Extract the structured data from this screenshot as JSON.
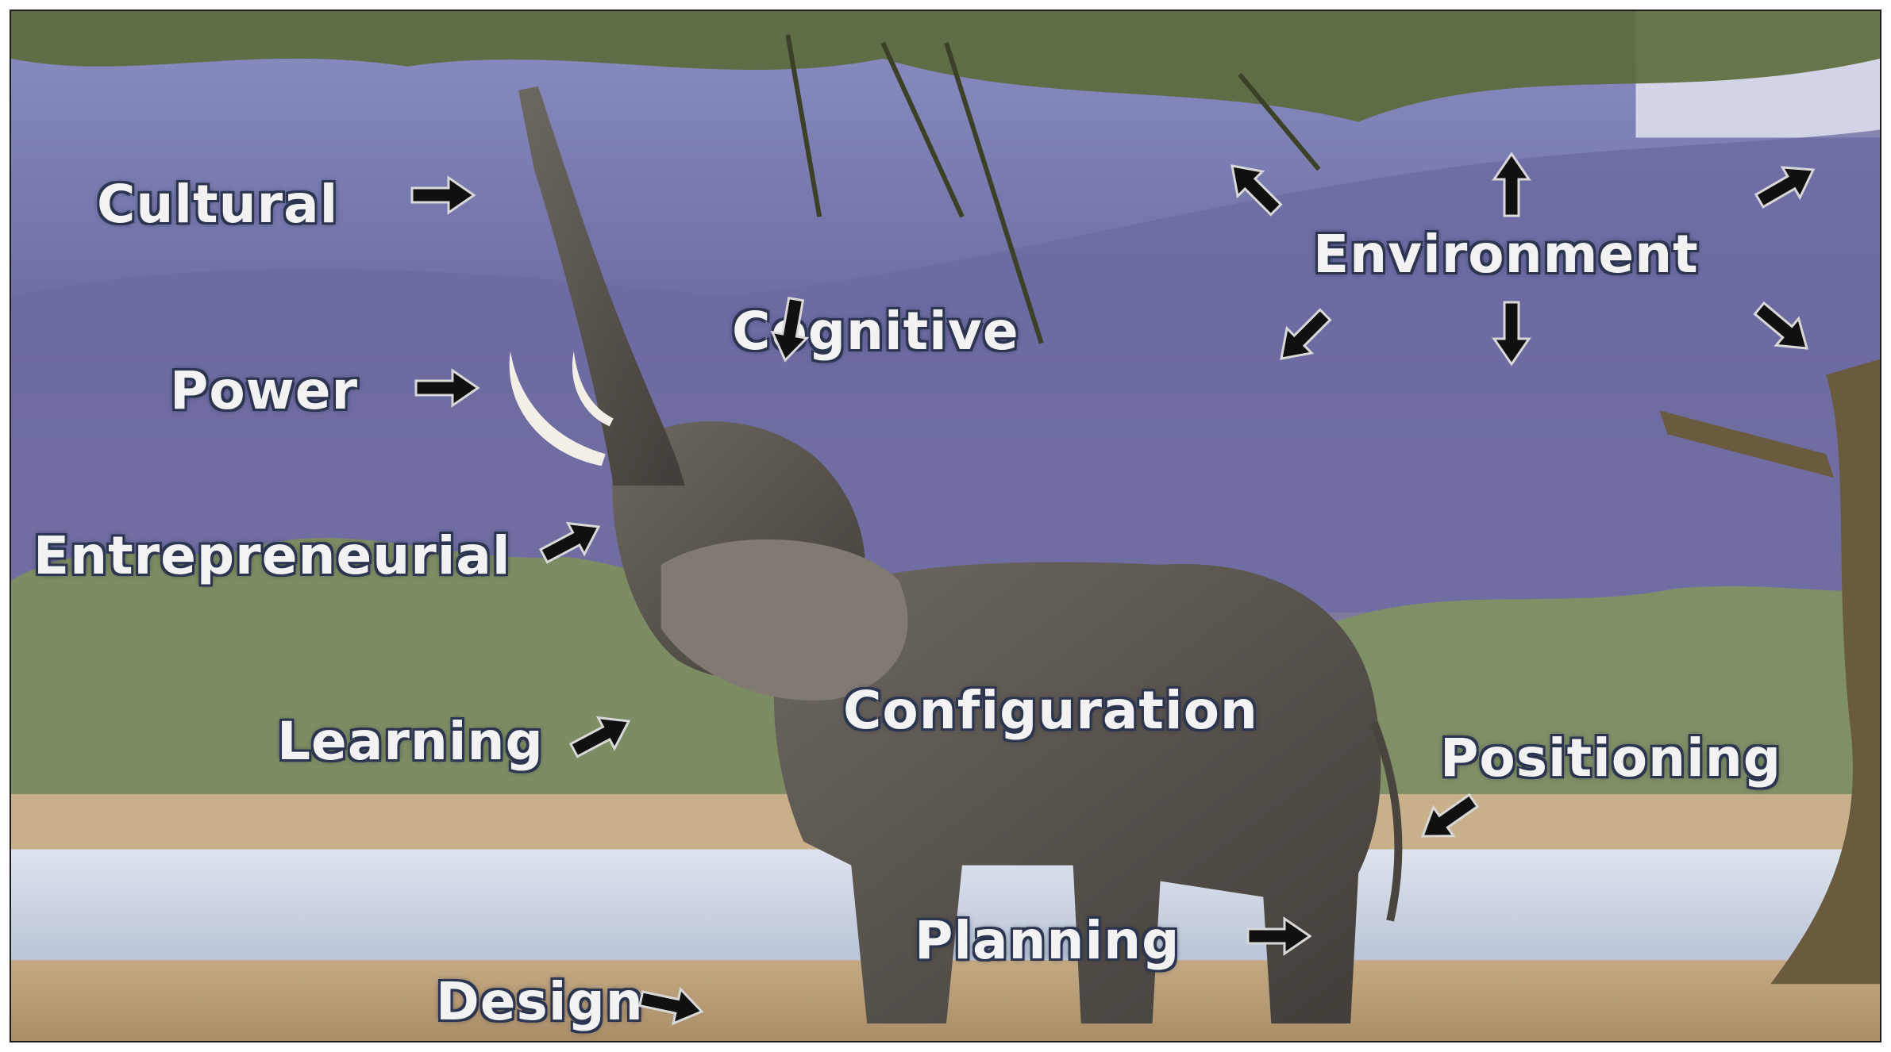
{
  "labels": {
    "cultural": "Cultural",
    "power": "Power",
    "entrepreneurial": "Entrepreneurial",
    "learning": "Learning",
    "cognitive": "Cognitive",
    "environment": "Environment",
    "configuration": "Configuration",
    "positioning": "Positioning",
    "planning": "Planning",
    "design": "Design"
  },
  "colors": {
    "label_text": "#f2f2f2",
    "label_outline": "#2c3550",
    "arrow": "#101010",
    "arrow_outline": "#d8d8d8",
    "sky": "#7a7fb0",
    "mountain": "#6f6fa6",
    "water": "#c9d2e2",
    "ground": "#b79a72",
    "elephant": "#5a544e"
  },
  "icons": {
    "arrow": "arrow-icon"
  }
}
